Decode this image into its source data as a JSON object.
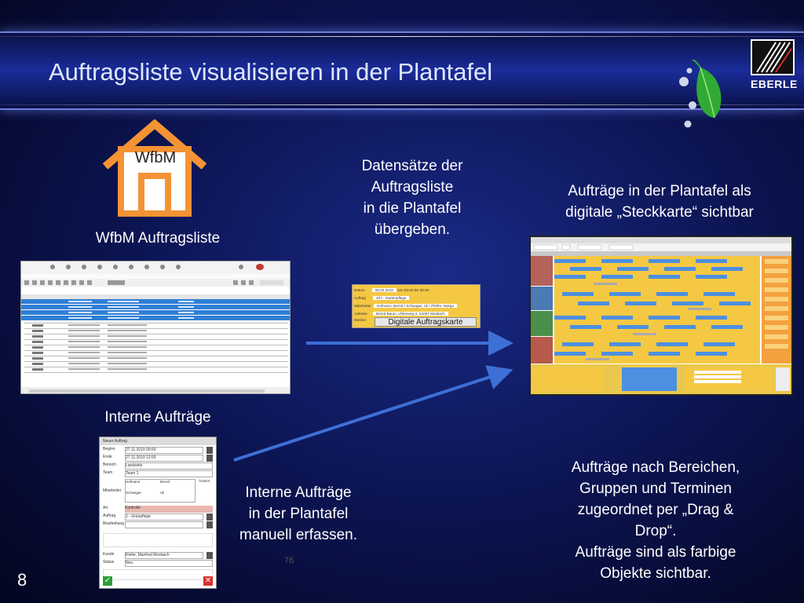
{
  "slide": {
    "title": "Auftragsliste visualisieren in der Plantafel",
    "page_number": "8",
    "small_number": "76"
  },
  "logo": {
    "brand": "EBERLE"
  },
  "house": {
    "label": "WfbM"
  },
  "captions": {
    "wfbm_list": "WfbM Auftragsliste",
    "internal": "Interne Aufträge",
    "datensaetze": [
      "Datensätze der",
      "Auftragsliste",
      "in die Plantafel",
      "übergeben."
    ],
    "steckkarte": [
      "Aufträge in der Plantafel als",
      "digitale „Steckkarte“ sichtbar"
    ],
    "manual": [
      "Interne Aufträge",
      "in der Plantafel",
      "manuell erfassen."
    ],
    "dragdrop": [
      "Aufträge nach Bereichen,",
      "Gruppen und Terminen",
      "zugeordnet per „Drag &",
      "Drop“.",
      "Aufträge sind als farbige",
      "Objekte sichtbar."
    ]
  },
  "card": {
    "rows": [
      {
        "label": "Datum",
        "value": "06.02.2019",
        "v2": "von  03:40",
        "v3": "bis  06:40"
      },
      {
        "label": "Auftrag",
        "value": "407 - Gartenpflege"
      },
      {
        "label": "Mitarbeiter",
        "value": "Hofmann, Bernd / Schwager, Uli / Pfeifer, Marga"
      },
      {
        "label": "Adresse",
        "value": "Bernd Baum, Uhlenweg 2, 01097 Mosbach"
      },
      {
        "label": "Monitor",
        "value": "Digitale Auftragskarte"
      }
    ]
  },
  "form": {
    "title": "Neuer Auftrag",
    "fields": [
      {
        "label": "Beginn",
        "value": "27.11.2019 09:59"
      },
      {
        "label": "Ende",
        "value": "27.11.2019 12:59"
      },
      {
        "label": "Bereich",
        "value": "Landwirts"
      },
      {
        "label": "Team",
        "value": "Team 1"
      },
      {
        "label": "Art",
        "value": "Kontrolle"
      },
      {
        "label": "Auftrag",
        "value": "1 - Grünpflege"
      },
      {
        "label": "Bearbeitung",
        "value": ""
      },
      {
        "label": "Kunde",
        "value": "Kiefer, Manfred  Mosbach"
      },
      {
        "label": "Status",
        "value": "Neu"
      }
    ],
    "workers": [
      "Hofmann",
      "Schwager",
      "Bernd",
      "Uli"
    ],
    "change_button": "Ändern",
    "personal_label": "Mitarbeiter"
  },
  "colors": {
    "accent_arrow": "#3d6fd6",
    "house_orange": "#f39335",
    "plan_yellow": "#f5c843",
    "plan_blue": "#4d8fe0",
    "list_selection": "#2f7fd6"
  }
}
